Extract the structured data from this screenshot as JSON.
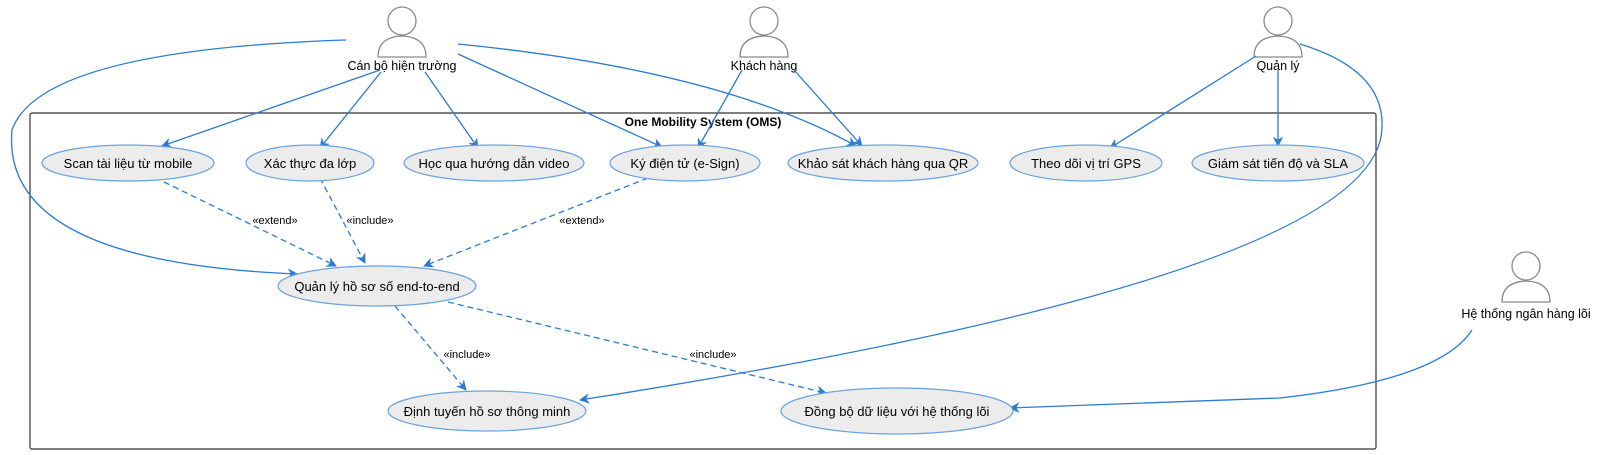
{
  "system": {
    "title": "One Mobility System (OMS)"
  },
  "actors": {
    "field_officer": "Cán bộ hiện trường",
    "customer": "Khách hàng",
    "manager": "Quản lý",
    "core_banking": "Hệ thống ngân hàng lõi"
  },
  "usecases": {
    "scan": "Scan tài liệu từ mobile",
    "mfa": "Xác thực đa lớp",
    "video": "Học qua hướng dẫn video",
    "esign": "Ký điện tử (e-Sign)",
    "qr_survey": "Khảo sát khách hàng qua QR",
    "gps": "Theo dõi vị trí GPS",
    "sla": "Giám sát tiến độ và SLA",
    "e2e": "Quản lý hồ sơ số end-to-end",
    "routing": "Định tuyến hồ sơ thông minh",
    "sync": "Đồng bộ dữ liệu với hệ thống lõi"
  },
  "relations": {
    "scan_e2e": "«extend»",
    "mfa_e2e": "«include»",
    "esign_e2e": "«extend»",
    "e2e_routing": "«include»",
    "e2e_sync": "«include»"
  }
}
